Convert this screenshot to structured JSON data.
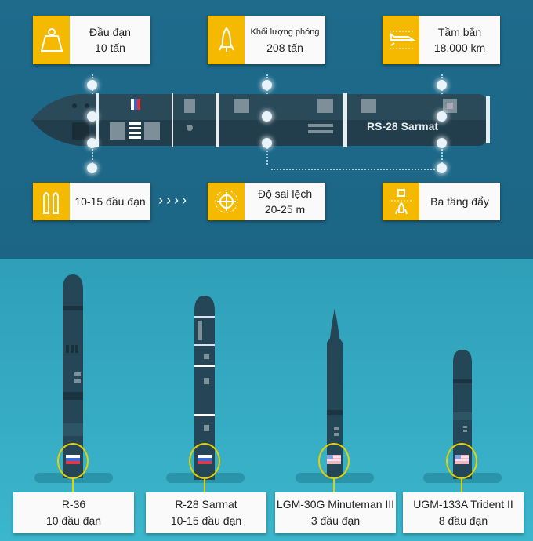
{
  "specs": {
    "warhead": {
      "title": "Đầu đạn",
      "value": "10 tấn",
      "icon": "weight-icon"
    },
    "launch_mass": {
      "title": "Khối lượng phóng",
      "value": "208 tấn",
      "icon": "rocket-icon"
    },
    "range": {
      "title": "Tầm bắn",
      "value": "18.000 km",
      "icon": "flying-missile-icon"
    },
    "warheads": {
      "value": "10-15 đầu đạn",
      "icon": "bullets-icon"
    },
    "accuracy": {
      "title": "Độ sai lệch",
      "value": "20-25 m",
      "icon": "crosshair-icon"
    },
    "stages": {
      "value": "Ba tầng đẩy",
      "icon": "stages-icon"
    }
  },
  "arrows": "››››",
  "missile_name": "RS-28 Sarmat",
  "colors": {
    "accent": "#f5b900",
    "top_bg": "#1e6b8c",
    "bottom_bg": "#3bb6cc",
    "missile": "#2a4a5a"
  },
  "comparison": [
    {
      "name": "R-36",
      "warheads": "10 đầu đạn",
      "flag": "russia"
    },
    {
      "name": "R-28 Sarmat",
      "warheads": "10-15 đầu đạn",
      "flag": "russia"
    },
    {
      "name": "LGM-30G Minuteman III",
      "warheads": "3 đầu đạn",
      "flag": "usa"
    },
    {
      "name": "UGM-133A Trident II",
      "warheads": "8 đầu đạn",
      "flag": "usa"
    }
  ]
}
